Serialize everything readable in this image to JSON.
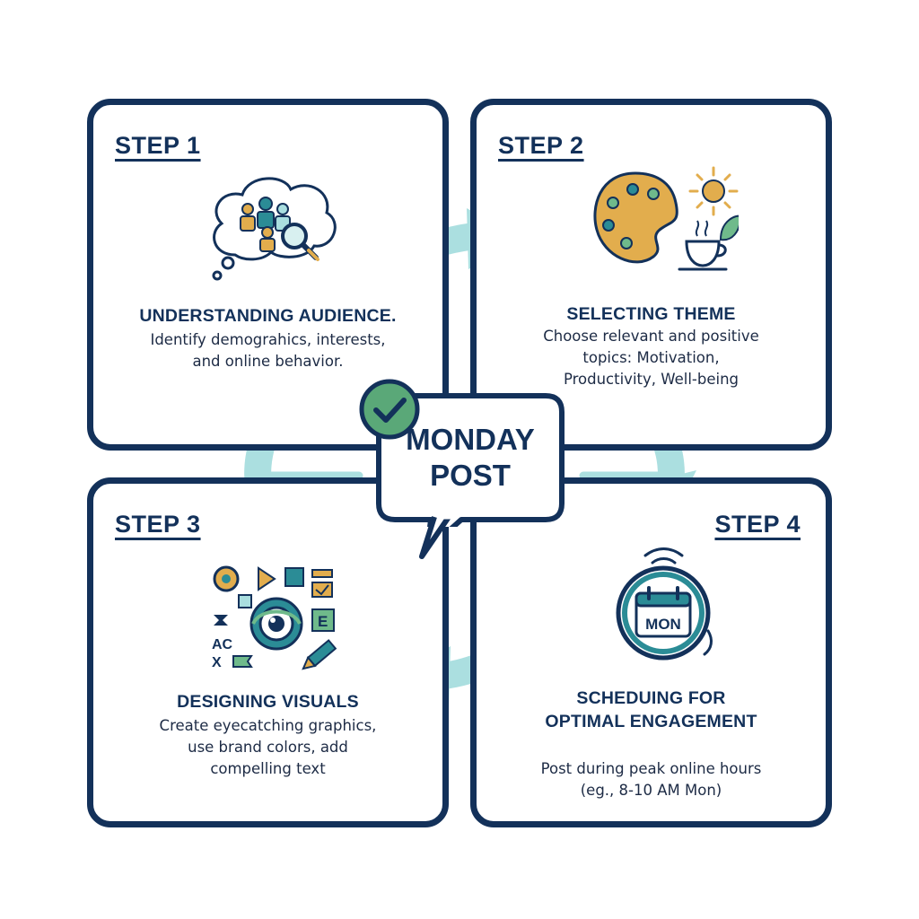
{
  "center": {
    "lines": [
      "MONDAY",
      "POST"
    ]
  },
  "steps": [
    {
      "label": "STEP 1",
      "title_lines": [
        "UNDERSTANDING AUDIENCE."
      ],
      "desc_lines": [
        "Identify demograhics, interests,",
        "and online behavior."
      ],
      "icon": "audience-search-icon"
    },
    {
      "label": "STEP 2",
      "title_lines": [
        "SELECTING THEME"
      ],
      "desc_lines": [
        "Choose relevant and positive",
        "topics: Motivation,",
        "Productivity, Well-being"
      ],
      "icon": "theme-palette-icon"
    },
    {
      "label": "STEP 3",
      "title_lines": [
        "DESIGNING VISUALS"
      ],
      "desc_lines": [
        "Create eyecatching graphics,",
        "use brand colors, add",
        "compelling text"
      ],
      "icon": "design-visuals-icon"
    },
    {
      "label": "STEP 4",
      "title_lines": [
        "SCHEDUING FOR",
        "OPTIMAL ENGAGEMENT"
      ],
      "desc_lines": [
        "Post during peak online hours",
        "(eg., 8-10 AM Mon)"
      ],
      "icon": "schedule-clock-icon",
      "calendar_text": "MON"
    }
  ],
  "icon_text": {
    "ac": "AC",
    "x": "X",
    "e": "E"
  },
  "colors": {
    "navy": "#13315a",
    "teal": "#2b8c96",
    "light_teal": "#a9dedf",
    "mustard": "#e2ad4d",
    "green": "#6fba8b",
    "check_green": "#5aa878"
  }
}
